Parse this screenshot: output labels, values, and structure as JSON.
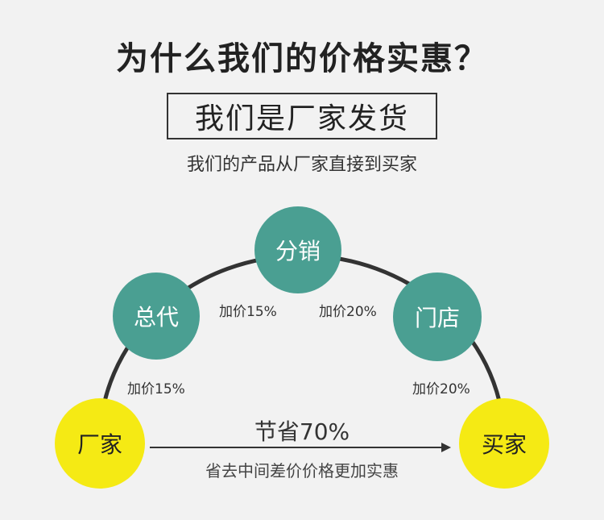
{
  "header": {
    "title": "为什么我们的价格实惠？",
    "boxed": "我们是厂家发货",
    "subtitle": "我们的产品从厂家直接到买家"
  },
  "nodes": {
    "factory": "厂家",
    "general_agent": "总代",
    "distribution": "分销",
    "store": "门店",
    "buyer": "买家"
  },
  "markups": {
    "left_lower": "加价15%",
    "left_upper": "加价15%",
    "right_upper": "加价20%",
    "right_lower": "加价20%"
  },
  "savings": {
    "headline": "节省70%",
    "note": "省去中间差价价格更加实惠"
  },
  "colors": {
    "teal": "#4a9f92",
    "yellow": "#f5ea14",
    "arc": "#333333"
  }
}
